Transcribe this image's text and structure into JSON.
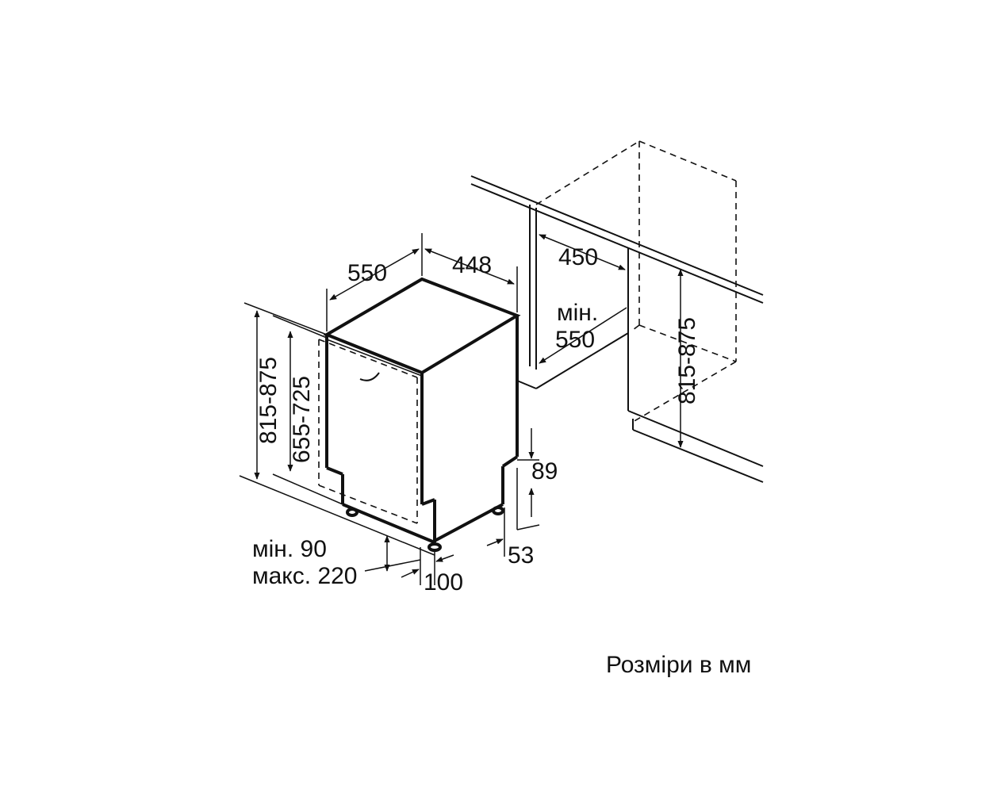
{
  "dimensions": {
    "depth_550": "550",
    "width_448": "448",
    "niche_depth_450": "450",
    "min_label": "мін.",
    "min_depth_550": "550",
    "niche_height_right": "815-875",
    "height_left": "815-875",
    "door_height": "655-725",
    "leg_89": "89",
    "leg_53": "53",
    "plinth_min": "мін. 90",
    "plinth_max": "макс. 220",
    "plinth_100": "100"
  },
  "caption": "Розміри в мм",
  "colors": {
    "line": "#111111",
    "background": "#ffffff"
  }
}
